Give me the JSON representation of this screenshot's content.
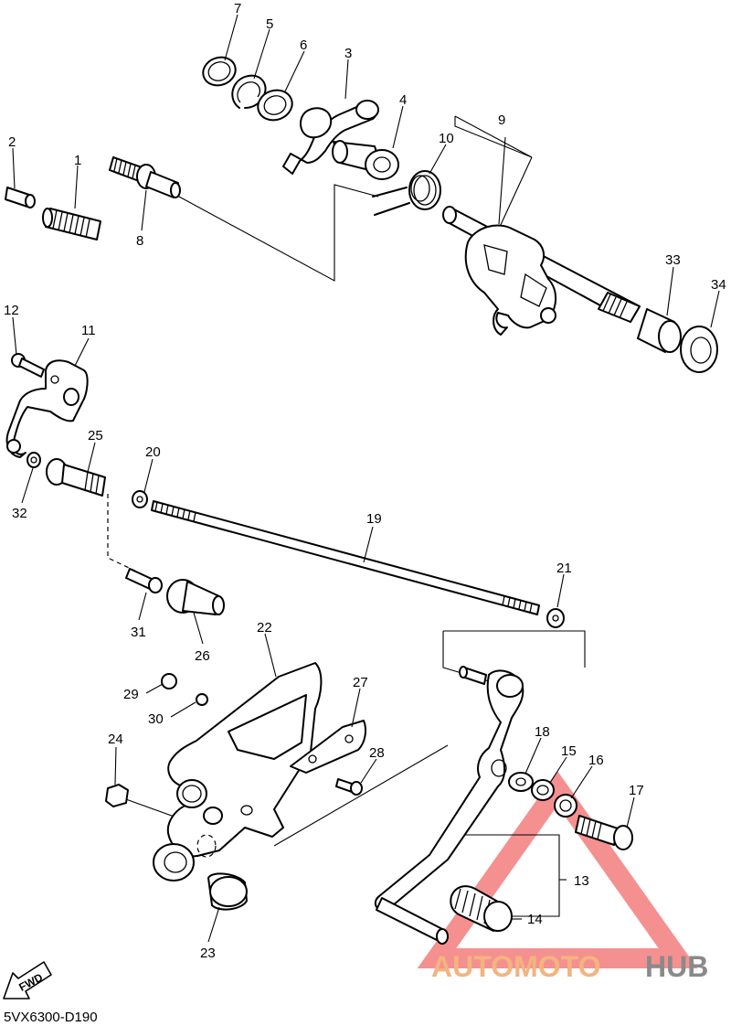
{
  "diagram": {
    "drawing_code": "5VX6300-D190",
    "fwd_label": "FWD",
    "watermark": {
      "part_a": "AUTOMOTO",
      "part_b": "HUB",
      "color_a": "#f3b47f",
      "color_b": "#8a8a8a",
      "triangle_color": "#f26b6b"
    },
    "callouts": [
      "1",
      "2",
      "3",
      "4",
      "5",
      "6",
      "7",
      "8",
      "9",
      "10",
      "11",
      "12",
      "13",
      "14",
      "15",
      "16",
      "17",
      "18",
      "19",
      "20",
      "21",
      "22",
      "23",
      "24",
      "25",
      "26",
      "27",
      "28",
      "29",
      "30",
      "31",
      "32",
      "33",
      "34"
    ]
  }
}
